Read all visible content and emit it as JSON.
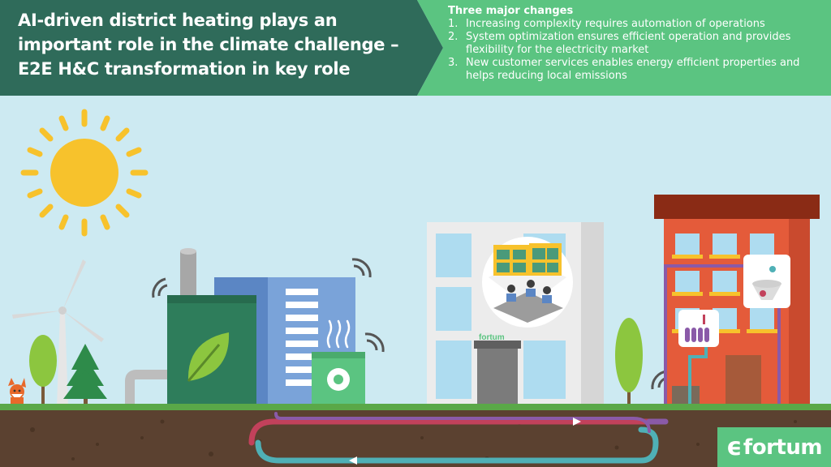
{
  "title": "AI-driven district heating plays an important role in the climate challenge – E2E H&C transformation in key role",
  "changes": {
    "heading": "Three major changes",
    "items": [
      {
        "num": "1.",
        "text": "Increasing complexity requires automation of operations"
      },
      {
        "num": "2.",
        "text": "System optimization ensures efficient operation and provides flexibility for the electricity market"
      },
      {
        "num": "3.",
        "text": "New customer services enables energy efficient properties and helps reducing local emissions"
      }
    ]
  },
  "building_sign": "fortum",
  "logo": {
    "mark": "ϵ",
    "text": "fortum"
  },
  "colors": {
    "title_band": "#2f6b5a",
    "changes_band": "#5bc481",
    "sky": "#cdeaf2",
    "soil": "#5b4130",
    "grass": "#5aa848",
    "sun": "#f7c22c",
    "pipe_hot": "#c2415b",
    "pipe_return": "#4fb0b6",
    "pipe_purple": "#8a5aa8"
  },
  "icons": [
    "sun-icon",
    "wind-turbine-icon",
    "tree-icon",
    "fox-icon",
    "power-plant-icon",
    "leaf-icon",
    "control-room-icon",
    "wifi-signal-icon",
    "radiator-icon",
    "shower-icon"
  ]
}
